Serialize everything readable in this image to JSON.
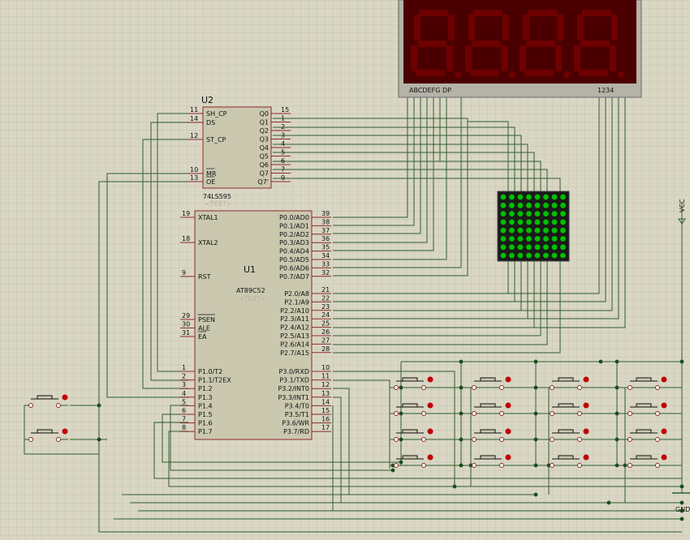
{
  "display": {
    "segment_label": "ABCDEFG  DP",
    "digit_label": "1234"
  },
  "u2": {
    "ref": "U2",
    "part": "74LS595",
    "text": "<TEXT>",
    "left_pins": [
      {
        "num": "11",
        "name": "SH_CP"
      },
      {
        "num": "14",
        "name": "DS"
      },
      {
        "num": "12",
        "name": "ST_CP"
      },
      {
        "num": "10",
        "name": "MR"
      },
      {
        "num": "13",
        "name": "OE"
      }
    ],
    "right_pins": [
      {
        "num": "15",
        "name": "Q0"
      },
      {
        "num": "1",
        "name": "Q1"
      },
      {
        "num": "2",
        "name": "Q2"
      },
      {
        "num": "3",
        "name": "Q3"
      },
      {
        "num": "4",
        "name": "Q4"
      },
      {
        "num": "5",
        "name": "Q5"
      },
      {
        "num": "6",
        "name": "Q6"
      },
      {
        "num": "7",
        "name": "Q7"
      },
      {
        "num": "9",
        "name": "Q7'"
      }
    ]
  },
  "u1": {
    "ref": "U1",
    "part": "AT89C52",
    "text": "<TEXT>",
    "left_pins": [
      {
        "num": "19",
        "name": "XTAL1"
      },
      {
        "num": "18",
        "name": "XTAL2"
      },
      {
        "num": "9",
        "name": "RST"
      },
      {
        "num": "29",
        "name": "PSEN"
      },
      {
        "num": "30",
        "name": "ALE"
      },
      {
        "num": "31",
        "name": "EA"
      },
      {
        "num": "1",
        "name": "P1.0/T2"
      },
      {
        "num": "2",
        "name": "P1.1/T2EX"
      },
      {
        "num": "3",
        "name": "P1.2"
      },
      {
        "num": "4",
        "name": "P1.3"
      },
      {
        "num": "5",
        "name": "P1.4"
      },
      {
        "num": "6",
        "name": "P1.5"
      },
      {
        "num": "7",
        "name": "P1.6"
      },
      {
        "num": "8",
        "name": "P1.7"
      }
    ],
    "right_pins": [
      {
        "num": "39",
        "name": "P0.0/AD0"
      },
      {
        "num": "38",
        "name": "P0.1/AD1"
      },
      {
        "num": "37",
        "name": "P0.2/AD2"
      },
      {
        "num": "36",
        "name": "P0.3/AD3"
      },
      {
        "num": "35",
        "name": "P0.4/AD4"
      },
      {
        "num": "34",
        "name": "P0.5/AD5"
      },
      {
        "num": "33",
        "name": "P0.6/AD6"
      },
      {
        "num": "32",
        "name": "P0.7/AD7"
      },
      {
        "num": "21",
        "name": "P2.0/A8"
      },
      {
        "num": "22",
        "name": "P2.1/A9"
      },
      {
        "num": "23",
        "name": "P2.2/A10"
      },
      {
        "num": "24",
        "name": "P2.3/A11"
      },
      {
        "num": "25",
        "name": "P2.4/A12"
      },
      {
        "num": "26",
        "name": "P2.5/A13"
      },
      {
        "num": "27",
        "name": "P2.6/A14"
      },
      {
        "num": "28",
        "name": "P2.7/A15"
      },
      {
        "num": "10",
        "name": "P3.0/RXD"
      },
      {
        "num": "11",
        "name": "P3.1/TXD"
      },
      {
        "num": "12",
        "name": "P3.2/INT0"
      },
      {
        "num": "13",
        "name": "P3.3/INT1"
      },
      {
        "num": "14",
        "name": "P3.4/T0"
      },
      {
        "num": "15",
        "name": "P3.5/T1"
      },
      {
        "num": "16",
        "name": "P3.6/WR"
      },
      {
        "num": "17",
        "name": "P3.7/RD"
      }
    ]
  },
  "power": {
    "vcc": "VCC",
    "gnd": "GND"
  },
  "colors": {
    "background": "#d9d6c4",
    "grid": "#c7c4b2",
    "wire": "#2e5f2e",
    "pin": "#8b2a2a",
    "display_bg": "#4a0000",
    "matrix_led": "#00c000",
    "junction": "#1a4d1a"
  }
}
